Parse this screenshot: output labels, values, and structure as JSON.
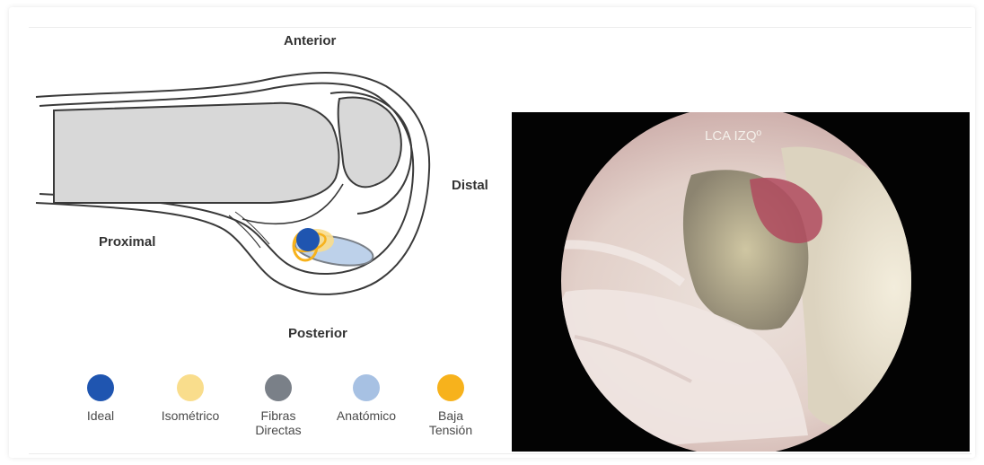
{
  "diagram": {
    "labels": {
      "anterior": "Anterior",
      "distal": "Distal",
      "proximal": "Proximal",
      "posterior": "Posterior"
    }
  },
  "legend": [
    {
      "name": "ideal",
      "label": "Ideal",
      "color": "#1f55b0"
    },
    {
      "name": "isometrico",
      "label": "Isométrico",
      "color": "#f9dd8c"
    },
    {
      "name": "fibras-directas",
      "label": "Fibras\nDirectas",
      "color": "#7a8088"
    },
    {
      "name": "anatomico",
      "label": "Anatómico",
      "color": "#a7c1e3"
    },
    {
      "name": "baja-tension",
      "label": "Baja\nTensión",
      "color": "#f7b21c"
    }
  ],
  "photo": {
    "caption": "LCA IZQº"
  },
  "colors": {
    "bone_fill": "#d8d8d8",
    "outline": "#3a3a3a",
    "background": "#ffffff"
  }
}
